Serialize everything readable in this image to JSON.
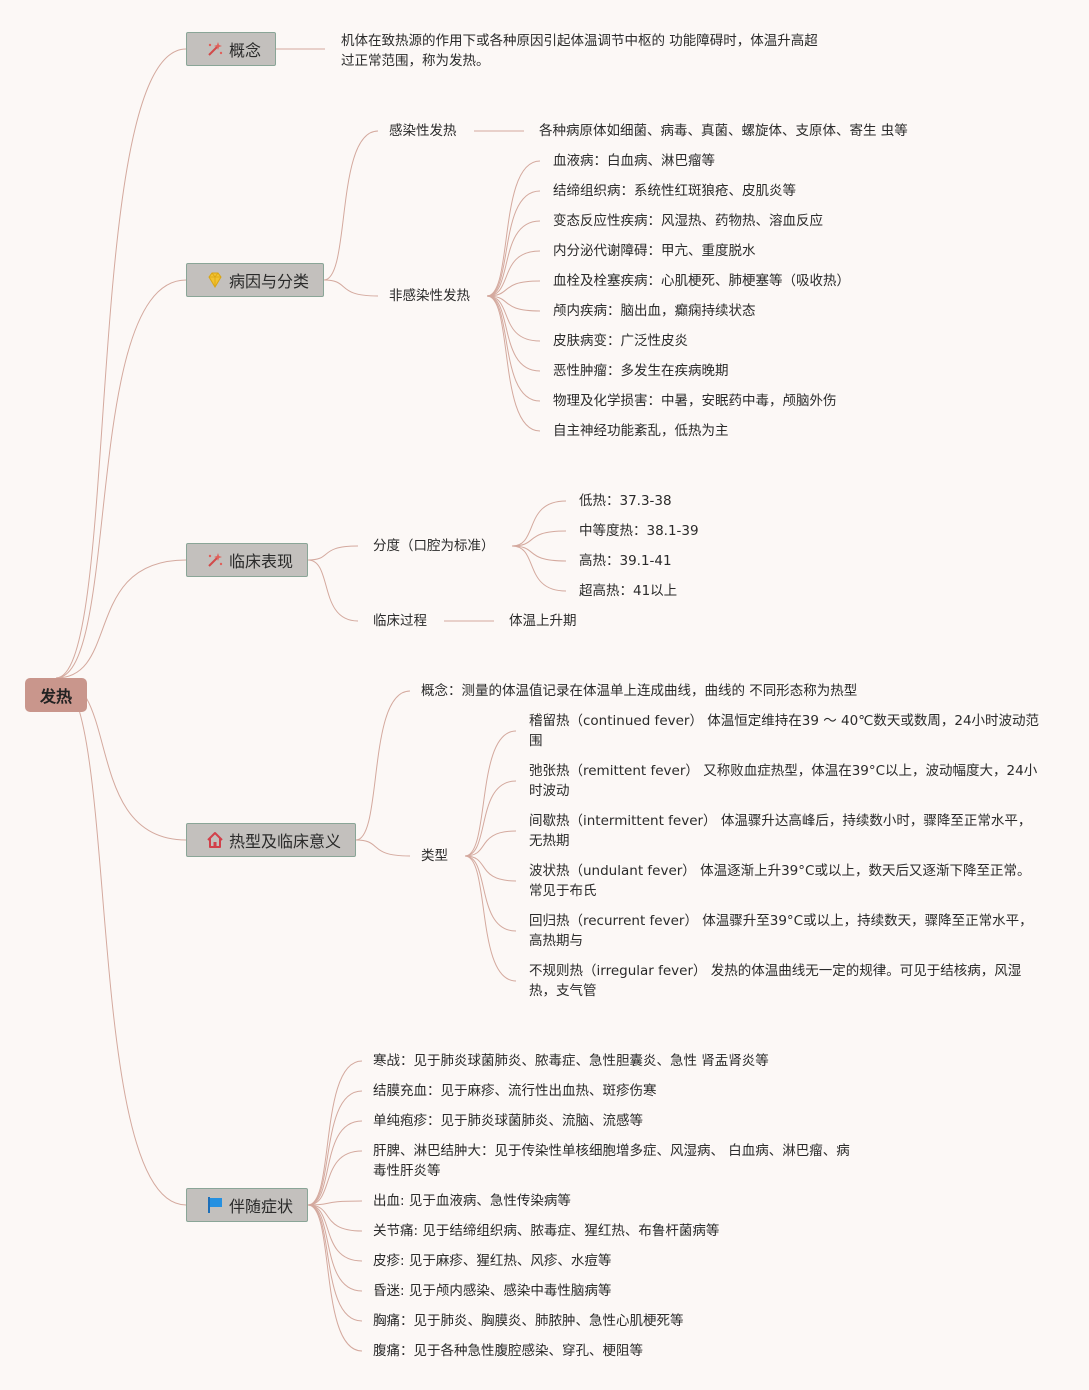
{
  "root": {
    "label": "发热"
  },
  "concept": {
    "label": "概念",
    "icon": "magic-wand-icon",
    "lines": [
      "机体在致热源的作用下或各种原因引起体温调节中枢的 功能障碍时，体温升高超",
      "过正常范围，称为发热。"
    ]
  },
  "etiology": {
    "label": "病因与分类",
    "icon": "diamond-icon",
    "infectious": {
      "label": "感染性发热",
      "detail": "各种病原体如细菌、病毒、真菌、螺旋体、支原体、寄生 虫等"
    },
    "noninfectious": {
      "label": "非感染性发热",
      "items": [
        "血液病：白血病、淋巴瘤等",
        "结缔组织病：系统性红斑狼疮、皮肌炎等",
        "变态反应性疾病：风湿热、药物热、溶血反应",
        "内分泌代谢障碍：甲亢、重度脱水",
        "血栓及栓塞疾病：心肌梗死、肺梗塞等（吸收热）",
        "颅内疾病：脑出血，癫痫持续状态",
        "皮肤病变：广泛性皮炎",
        "恶性肿瘤：多发生在疾病晚期",
        "物理及化学损害：中暑，安眠药中毒，颅脑外伤",
        "自主神经功能紊乱，低热为主"
      ]
    }
  },
  "clinical": {
    "label": "临床表现",
    "icon": "magic-wand-icon",
    "grading": {
      "label": "分度（口腔为标准）",
      "items": [
        "低热：37.3-38",
        "中等度热：38.1-39",
        "高热：39.1-41",
        "超高热：41以上"
      ]
    },
    "process": {
      "label": "临床过程",
      "child": "体温上升期"
    }
  },
  "fever_types": {
    "label": "热型及临床意义",
    "icon": "home-icon",
    "concept": "概念：测量的体温值记录在体温单上连成曲线，曲线的 不同形态称为热型",
    "types_label": "类型",
    "types": [
      [
        "稽留热（continued fever） 体温恒定维持在39 ～ 40℃数天或数周，24小时波动范",
        "围"
      ],
      [
        "弛张热（remittent fever） 又称败血症热型，体温在39°C以上，波动幅度大，24小",
        "时波动"
      ],
      [
        "间歇热（intermittent fever） 体温骤升达高峰后，持续数小时，骤降至正常水平，",
        "无热期"
      ],
      [
        "波状热（undulant fever） 体温逐渐上升39°C或以上，数天后又逐渐下降至正常。",
        "常见于布氏"
      ],
      [
        "回归热（recurrent fever） 体温骤升至39°C或以上，持续数天，骤降至正常水平，",
        "高热期与"
      ],
      [
        "不规则热（irregular fever） 发热的体温曲线无一定的规律。可见于结核病，风湿",
        "热，支气管"
      ]
    ]
  },
  "symptoms": {
    "label": "伴随症状",
    "icon": "flag-icon",
    "items": [
      [
        "寒战：见于肺炎球菌肺炎、脓毒症、急性胆囊炎、急性 肾盂肾炎等"
      ],
      [
        "结膜充血：见于麻疹、流行性出血热、斑疹伤寒"
      ],
      [
        "单纯疱疹：见于肺炎球菌肺炎、流脑、流感等"
      ],
      [
        "肝脾、淋巴结肿大：见于传染性单核细胞增多症、风湿病、 白血病、淋巴瘤、病",
        "毒性肝炎等"
      ],
      [
        "出血: 见于血液病、急性传染病等"
      ],
      [
        "关节痛: 见于结缔组织病、脓毒症、猩红热、布鲁杆菌病等"
      ],
      [
        "皮疹: 见于麻疹、猩红热、风疹、水痘等"
      ],
      [
        "昏迷: 见于颅内感染、感染中毒性脑病等"
      ],
      [
        "胸痛：见于肺炎、胸膜炎、肺脓肿、急性心肌梗死等"
      ],
      [
        "腹痛：见于各种急性腹腔感染、穿孔、梗阻等"
      ]
    ]
  },
  "colors": {
    "root": "#c9968c",
    "branch_fill": "#c3c0bd",
    "branch_border": "#8aa597",
    "line": "#d4a99e",
    "background": "#fcf8f6"
  }
}
